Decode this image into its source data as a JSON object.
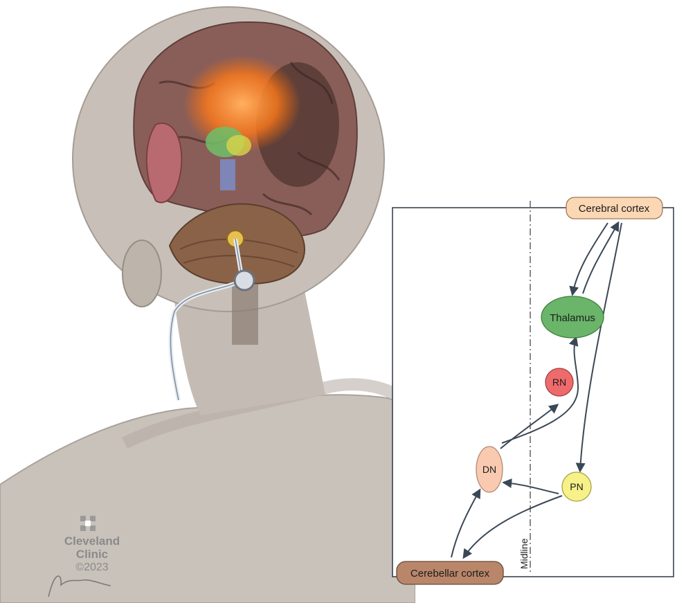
{
  "credit": {
    "logo_line1": "Cleveland",
    "logo_line2": "Clinic",
    "copyright": "©2023",
    "signature": "Jeanasz"
  },
  "diagram": {
    "midline_label": "Midline",
    "nodes": {
      "cerebral_cortex": {
        "label": "Cerebral cortex",
        "fill": "#fbd7b4",
        "stroke": "#9a7a5a"
      },
      "thalamus": {
        "label": "Thalamus",
        "fill": "#6ab56a",
        "stroke": "#3f7f3f"
      },
      "rn": {
        "label": "RN",
        "fill": "#ef6b6b",
        "stroke": "#a04040"
      },
      "dn": {
        "label": "DN",
        "fill": "#f9c9b0",
        "stroke": "#b08a70"
      },
      "pn": {
        "label": "PN",
        "fill": "#f7f18a",
        "stroke": "#a8a040"
      },
      "cerebellar_cortex": {
        "label": "Cerebellar cortex",
        "fill": "#b9866a",
        "stroke": "#6a4a38"
      }
    },
    "arrow_color": "#3a4755"
  }
}
